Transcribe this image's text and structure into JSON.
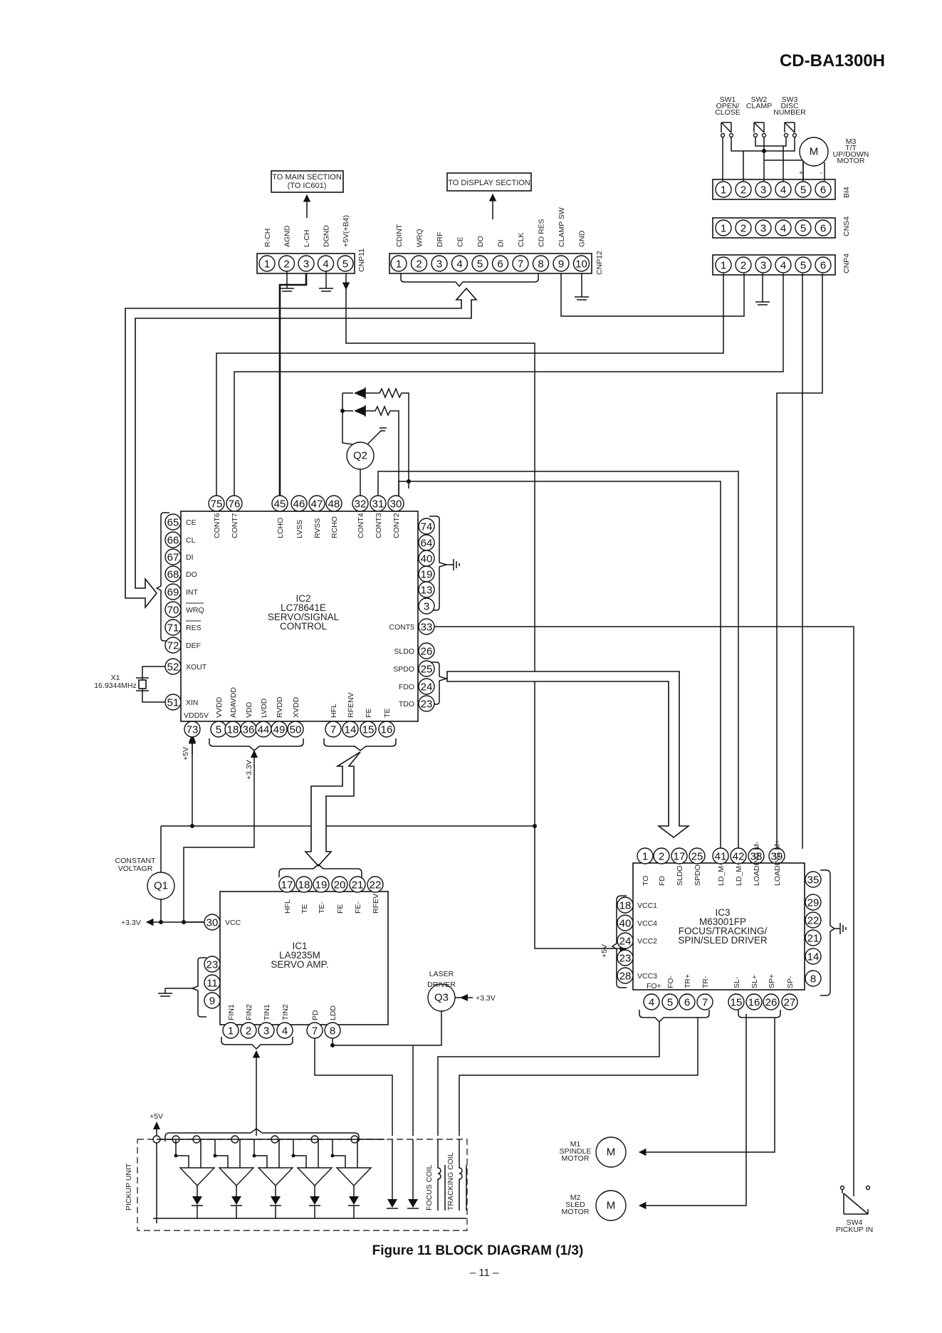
{
  "model": "CD-BA1300H",
  "caption": "Figure 11 BLOCK DIAGRAM (1/3)",
  "page_number": "– 11 –",
  "destinations": {
    "main_line1": "TO MAIN SECTION",
    "main_line2": "(TO IC601)",
    "display": "TO DISPLAY SECTION"
  },
  "switches": {
    "sw1_lines": [
      "SW1",
      "OPEN/",
      "CLOSE"
    ],
    "sw2_lines": [
      "SW2",
      "CLAMP"
    ],
    "sw3_lines": [
      "SW3",
      "DISC",
      "NUMBER"
    ],
    "sw4_lines": [
      "SW4",
      "PICKUP IN"
    ]
  },
  "motors": {
    "m3_lines": [
      "M3",
      "T/T",
      "UP/DOWN",
      "MOTOR"
    ],
    "m1_lines": [
      "M1",
      "SPINDLE",
      "MOTOR"
    ],
    "m2_lines": [
      "M2",
      "SLED",
      "MOTOR"
    ],
    "symbol": "M",
    "plus": "+",
    "minus": "-"
  },
  "connectors": {
    "bi4": {
      "name": "BI4",
      "pins": [
        "1",
        "2",
        "3",
        "4",
        "5",
        "6"
      ]
    },
    "cns4": {
      "name": "CNS4",
      "pins": [
        "1",
        "2",
        "3",
        "4",
        "5",
        "6"
      ]
    },
    "cnp4": {
      "name": "CNP4",
      "pins": [
        "1",
        "2",
        "3",
        "4",
        "5",
        "6"
      ]
    },
    "cnp11": {
      "name": "CNP11",
      "pins": [
        "1",
        "2",
        "3",
        "4",
        "5"
      ],
      "labels": [
        "R-CH",
        "AGND",
        "L-CH",
        "DGND",
        "+5V(+B4)"
      ]
    },
    "cnp12": {
      "name": "CNP12",
      "pins": [
        "1",
        "2",
        "3",
        "4",
        "5",
        "6",
        "7",
        "8",
        "9",
        "10"
      ],
      "labels": [
        "CDINT",
        "WRQ",
        "DRF",
        "CE",
        "DO",
        "DI",
        "CLK",
        "CD RES",
        "CLAMP SW",
        "GND"
      ]
    }
  },
  "ic2": {
    "ref": "IC2",
    "part": "LC78641E",
    "func1": "SERVO/SIGNAL",
    "func2": "CONTROL",
    "top_pins": [
      "75",
      "76",
      "45",
      "46",
      "47",
      "48",
      "32",
      "31",
      "30"
    ],
    "top_labels": [
      "CONT6",
      "CONT7",
      "LCHO",
      "LVSS",
      "RVSS",
      "RCHO",
      "CONT4",
      "CONT3",
      "CONT2"
    ],
    "left_pins": [
      "65",
      "66",
      "67",
      "68",
      "69",
      "70",
      "71",
      "72",
      "52",
      "51"
    ],
    "left_labels": [
      "CE",
      "CL",
      "DI",
      "DO",
      "INT",
      "WRQ",
      "RES",
      "DEF",
      "XOUT",
      "XIN"
    ],
    "right_top_pins": [
      "74",
      "64",
      "40",
      "19",
      "13",
      "3"
    ],
    "right_pins": [
      "33",
      "26",
      "25",
      "24",
      "23"
    ],
    "right_labels": [
      "CONT5",
      "SLDO",
      "SPDO",
      "FDO",
      "TDO"
    ],
    "bottom_pins": [
      "73",
      "5",
      "18",
      "36",
      "44",
      "49",
      "50",
      "7",
      "14",
      "15",
      "16"
    ],
    "bottom_labels": [
      "VDD5V",
      "VVDD",
      "ADAVDD",
      "VDD",
      "LVDD",
      "RVDD",
      "XVDD",
      "HFL",
      "RFENV",
      "FE",
      "TE"
    ]
  },
  "crystal": {
    "ref": "X1",
    "freq": "16.9344MHz"
  },
  "ic1": {
    "ref": "IC1",
    "part": "LA9235M",
    "func": "SERVO AMP.",
    "top_pins": [
      "17",
      "18",
      "19",
      "20",
      "21",
      "22"
    ],
    "top_labels": [
      "HFL",
      "TE",
      "TE-",
      "FE",
      "FE-",
      "RFEV"
    ],
    "left_pins": [
      "30",
      "23",
      "11",
      "9"
    ],
    "left_labels": [
      "VCC"
    ],
    "bottom_pins": [
      "1",
      "2",
      "3",
      "4",
      "7",
      "8"
    ],
    "bottom_labels": [
      "FIN1",
      "FIN2",
      "TIN1",
      "TIN2",
      "PD",
      "LDD"
    ]
  },
  "ic3": {
    "ref": "IC3",
    "part": "M63001FP",
    "func1": "FOCUS/TRACKING/",
    "func2": "SPIN/SLED DRIVER",
    "top_pins": [
      "1",
      "2",
      "17",
      "25",
      "41",
      "42",
      "38",
      "39"
    ],
    "top_labels": [
      "TO",
      "FD",
      "SLDO",
      "SPDO",
      "LD_M-",
      "LD_M+",
      "LOADING M-",
      "LOADING M+"
    ],
    "left_pins": [
      "18",
      "40",
      "24",
      "23",
      "28"
    ],
    "left_labels": [
      "VCC1",
      "VCC4",
      "VCC2",
      "",
      "VCC3"
    ],
    "right_pins": [
      "35",
      "29",
      "22",
      "21",
      "14",
      "8"
    ],
    "bottom_pins": [
      "4",
      "5",
      "6",
      "7",
      "15",
      "16",
      "26",
      "27"
    ],
    "bottom_labels": [
      "FO+",
      "FO-",
      "TR+",
      "TR-",
      "SL-",
      "SL+",
      "SP+",
      "SP-"
    ]
  },
  "transistors": {
    "q1": "Q1",
    "q2": "Q2",
    "q3": "Q3",
    "q1_lines": [
      "CONSTANT",
      "VOLTAGR"
    ],
    "q3_lines": [
      "LASER",
      "DRIVER"
    ]
  },
  "rails": {
    "v5": "+5V",
    "v33": "+3.3V"
  },
  "pickup": {
    "unit": "PICKUP UNIT",
    "focus_coil": "FOCUS COIL",
    "tracking_coil": "TRACKING COIL"
  }
}
